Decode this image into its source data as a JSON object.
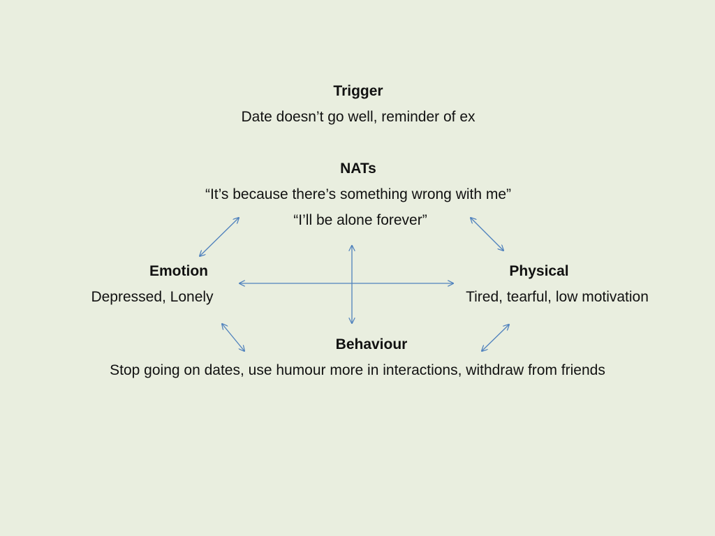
{
  "colors": {
    "background": "#e9eedf",
    "text": "#111111",
    "arrow": "#4f81bd"
  },
  "trigger": {
    "heading": "Trigger",
    "text": "Date doesn’t go well, reminder of ex"
  },
  "nats": {
    "heading": "NATs",
    "lines": [
      "“It’s because there’s something wrong with me”",
      "“I’ll be alone forever”"
    ]
  },
  "emotion": {
    "heading": "Emotion",
    "text": "Depressed, Lonely"
  },
  "physical": {
    "heading": "Physical",
    "text": "Tired, tearful, low motivation"
  },
  "behaviour": {
    "heading": "Behaviour",
    "text": "Stop going on dates, use humour more in interactions, withdraw from friends"
  },
  "connections": [
    {
      "from": "nats",
      "to": "emotion"
    },
    {
      "from": "nats",
      "to": "physical"
    },
    {
      "from": "emotion",
      "to": "behaviour"
    },
    {
      "from": "physical",
      "to": "behaviour"
    },
    {
      "from": "emotion",
      "to": "physical"
    },
    {
      "from": "nats",
      "to": "behaviour"
    }
  ]
}
